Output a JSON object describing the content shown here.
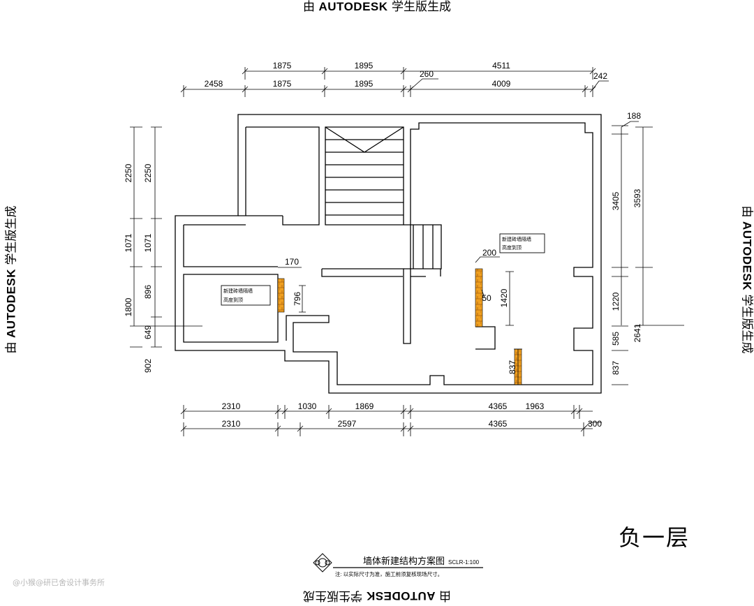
{
  "watermark": {
    "prefix": "由 ",
    "brand": "AUTODESK",
    "suffix": " 学生版生成"
  },
  "floor_label": "负一层",
  "title_block": {
    "title": "墙体新建结构方案图",
    "scale": "SCLR-1:100",
    "note": "注: 以实际尺寸为准，施工前须复核现场尺寸。"
  },
  "credit": "@小猴@研已舍设计事务所",
  "dimensions": {
    "top_row1": [
      "1875",
      "1895",
      "4511"
    ],
    "top_row2": [
      "2458",
      "1875",
      "1895",
      "260",
      "4009",
      "242"
    ],
    "left_outer": [
      "2250",
      "1071",
      "1800",
      "902"
    ],
    "left_inner": [
      "2250",
      "1071",
      "896",
      "649"
    ],
    "right_inner": [
      "188",
      "3405",
      "1220",
      "585",
      "837"
    ],
    "right_outer": [
      "3593",
      "2641"
    ],
    "bottom_row1": [
      "2310",
      "1030",
      "1869",
      "4365",
      "1963"
    ],
    "bottom_row2": [
      "2310",
      "2597",
      "4365",
      "300"
    ],
    "interior": [
      "170",
      "796",
      "200",
      "50",
      "1420",
      "837"
    ]
  },
  "room_notes": {
    "left": [
      "新建砖墙隔墙",
      "高度到顶"
    ],
    "right": [
      "新建砖墙隔墙",
      "高度到顶"
    ]
  },
  "colors": {
    "line": "#000000",
    "brick": "#f0a020",
    "brick_mortar": "#a86010"
  }
}
